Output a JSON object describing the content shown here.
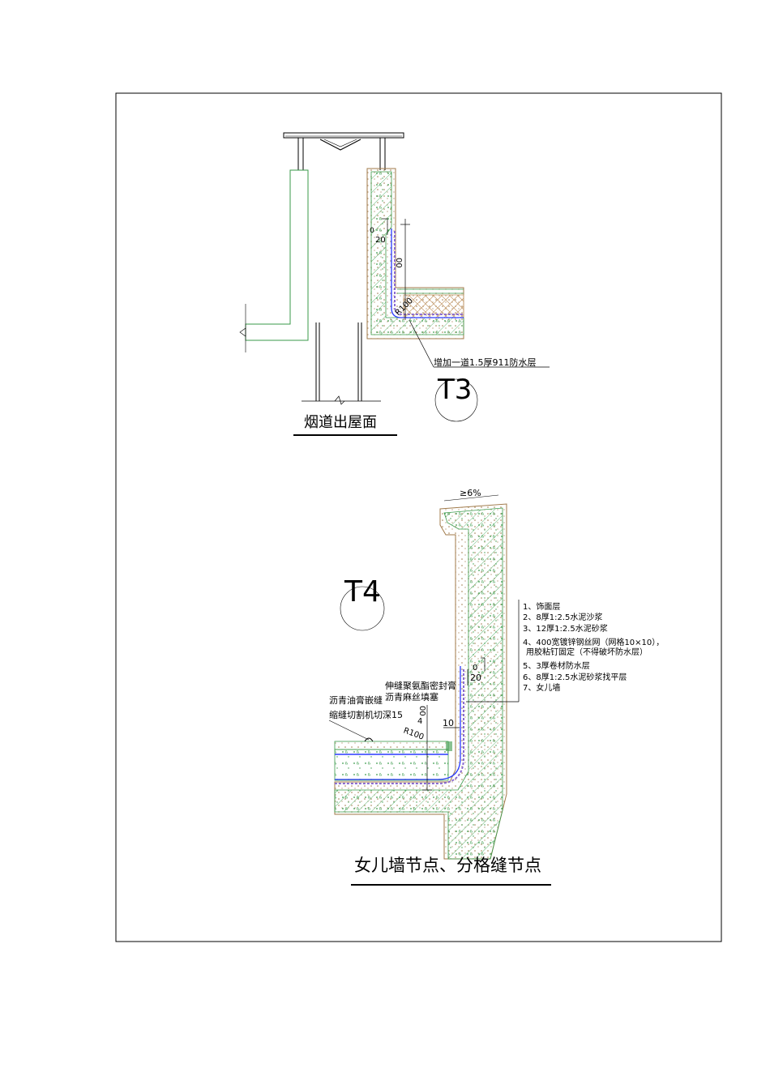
{
  "t3": {
    "tag": "T3",
    "title": "烟道出屋面",
    "note": "增加一道1.5厚911防水层",
    "dims": {
      "d1": "0",
      "d2": "20",
      "d3": "00",
      "d4": "R100"
    }
  },
  "t4": {
    "tag": "T4",
    "title": "女儿墙节点、分格缝节点",
    "slope": "≥6%",
    "layers": [
      "1、饰面层",
      "2、8厚1:2.5水泥沙浆",
      "3、12厚1:2.5水泥砂浆",
      "4、400宽镀锌钢丝网（网格10×10），",
      "用胶粘钉固定（不得破坏防水层）",
      "5、3厚卷材防水层",
      "6、8厚1:2.5水泥砂浆找平层",
      "7、女儿墙"
    ],
    "labels": {
      "seal1": "伸缝聚氨酯密封膏",
      "seal2": "沥青麻丝填塞",
      "joint1": "沥青油膏嵌缝",
      "joint2": "缩缝切割机切深15"
    },
    "dims": {
      "d1": "0",
      "d2": "20",
      "d3": "00",
      "d4": "4",
      "d5": "10",
      "d6": "R100"
    }
  },
  "colors": {
    "frame": "#000000",
    "wall_green": "#3a9a4a",
    "hatch": "#66b877",
    "insulation": "#c49a6a",
    "membrane_blue": "#2a3aff",
    "membrane_purple": "#8a6ad0",
    "stipple": "#a07a4a"
  }
}
